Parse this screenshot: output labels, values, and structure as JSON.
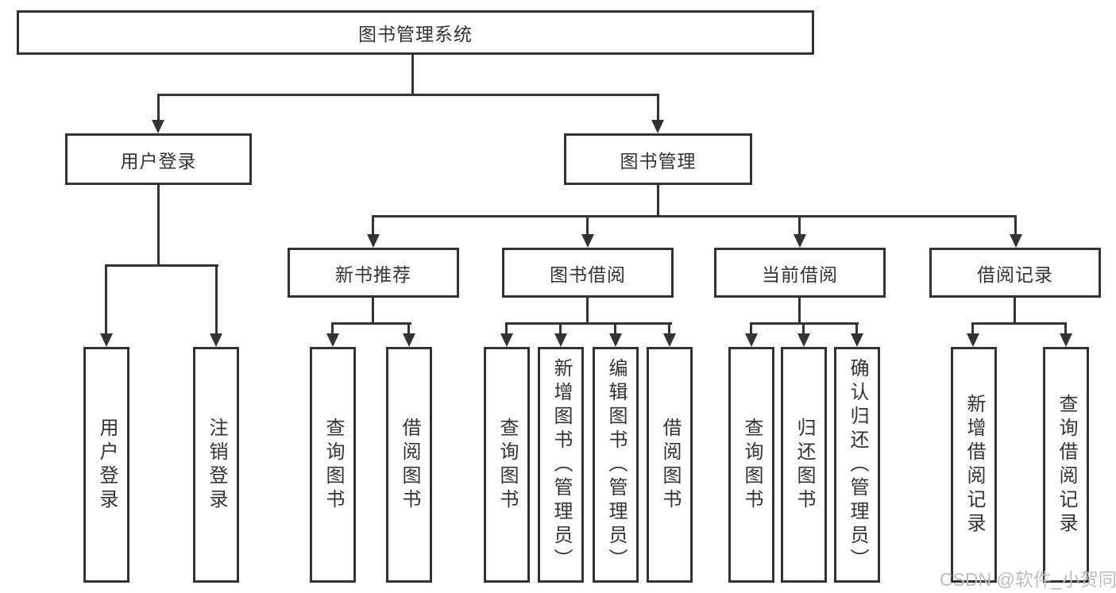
{
  "diagram": {
    "root": {
      "label": "图书管理系统"
    },
    "level2": [
      {
        "label": "用户登录"
      },
      {
        "label": "图书管理"
      }
    ],
    "level3": [
      {
        "label": "新书推荐"
      },
      {
        "label": "图书借阅"
      },
      {
        "label": "当前借阅"
      },
      {
        "label": "借阅记录"
      }
    ],
    "leaves": {
      "user_login": [
        {
          "label": "用户登录"
        },
        {
          "label": "注销登录"
        }
      ],
      "new_book": [
        {
          "label": "查询图书"
        },
        {
          "label": "借阅图书"
        }
      ],
      "book_borrow": [
        {
          "label": "查询图书"
        },
        {
          "label": "新增图书（管理员）"
        },
        {
          "label": "编辑图书（管理员）"
        },
        {
          "label": "借阅图书"
        }
      ],
      "current_borrow": [
        {
          "label": "查询图书"
        },
        {
          "label": "归还图书"
        },
        {
          "label": "确认归还（管理员）"
        }
      ],
      "borrow_records": [
        {
          "label": "新增借阅记录"
        },
        {
          "label": "查询借阅记录"
        }
      ]
    },
    "watermark": "CSDN @软件_小贺同学",
    "colors": {
      "stroke": "#333333",
      "text": "#333333",
      "watermark": "#bdbdbd",
      "background": "#ffffff"
    }
  }
}
